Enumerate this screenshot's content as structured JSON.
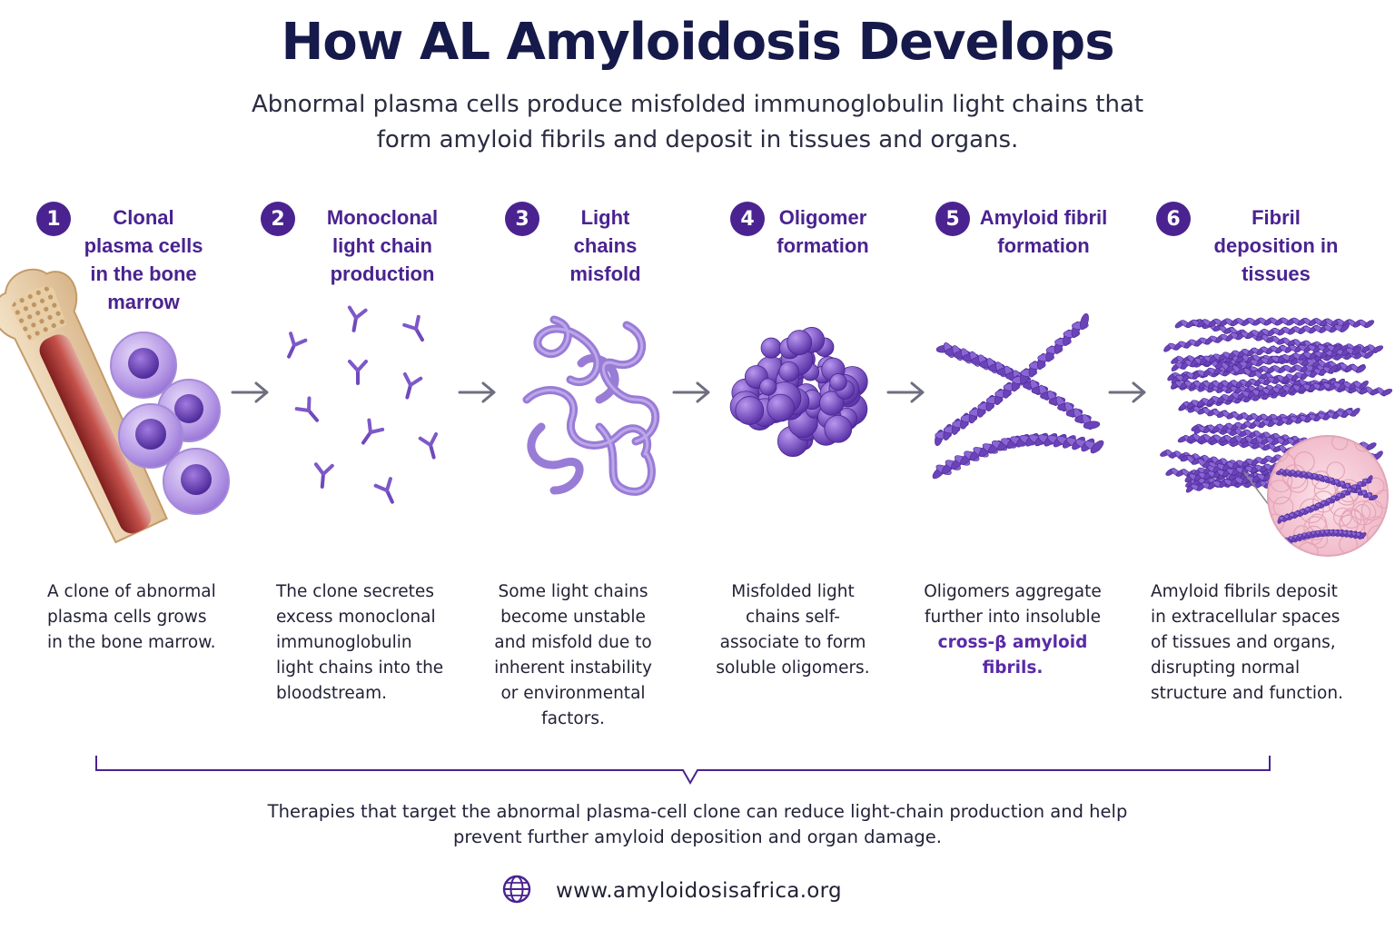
{
  "title": "How AL Amyloidosis Develops",
  "subtitle": "Abnormal plasma cells produce misfolded immunoglobulin light chains that form amyloid fibrils and deposit in tissues and organs.",
  "colors": {
    "accent": "#4a2390",
    "heading": "#161a4a",
    "protein": "#7b55c7"
  },
  "steps": [
    {
      "number": "1",
      "title": "Clonal plasma cells in the bone marrow",
      "description": "A clone of abnormal plasma cells grows in the bone marrow.",
      "icon": "bone-marrow-plasma-cells-icon"
    },
    {
      "number": "2",
      "title": "Monoclonal light chain production",
      "description": "The clone secretes excess monoclonal immunoglobulin light chains into the bloodstream.",
      "icon": "light-chains-icon"
    },
    {
      "number": "3",
      "title": "Light chains misfold",
      "description": "Some light chains become unstable and misfold due to inherent instability or environmental factors.",
      "icon": "misfolded-chains-icon"
    },
    {
      "number": "4",
      "title": "Oligomer formation",
      "description": "Misfolded light chains self-associate to form soluble oligomers.",
      "icon": "oligomer-icon"
    },
    {
      "number": "5",
      "title": "Amyloid fibril formation",
      "description_pre": "Oligomers aggregate further into insoluble",
      "description_highlight": "cross-β amyloid fibrils.",
      "icon": "amyloid-fibril-icon"
    },
    {
      "number": "6",
      "title": "Fibril deposition in tissues",
      "description": "Amyloid fibrils deposit in extracellular spaces of tissues and organs, disrupting normal structure and function.",
      "icon": "tissue-deposition-icon"
    }
  ],
  "footer": {
    "text": "Therapies that target the abnormal plasma-cell clone can reduce light-chain production and help prevent further amyloid deposition and organ damage.",
    "url": "www.amyloidosisafrica.org",
    "icon": "globe-icon"
  }
}
